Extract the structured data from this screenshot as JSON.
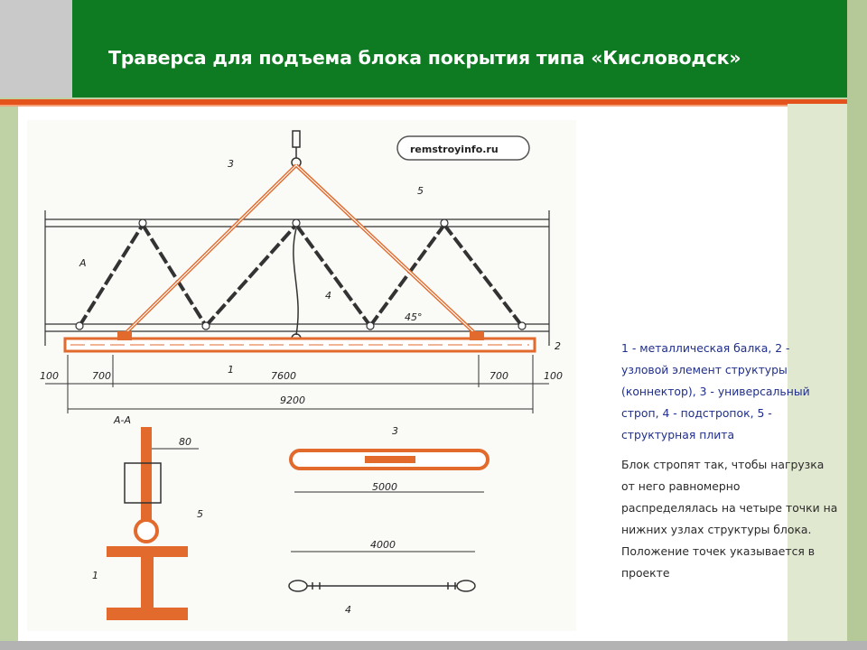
{
  "slide": {
    "title": "Траверса для подъема блока покрытия типа «Кисловодск»"
  },
  "drawing": {
    "watermark": "remstroyinfo.ru",
    "labels": {
      "n1": "1",
      "n2": "2",
      "n3": "3",
      "n4": "4",
      "n5": "5",
      "angle": "45°",
      "section_mark": "А",
      "section_title": "А-А"
    },
    "dimensions": {
      "d100_left": "100",
      "d700_left": "700",
      "d7600": "7600",
      "d700_right": "700",
      "d100_right": "100",
      "d9200": "9200",
      "d80": "80",
      "d5000": "5000",
      "d4000": "4000"
    }
  },
  "caption": {
    "legend": "1 - металлическая балка, 2 - узловой элемент структуры (коннектор), 3 - универсальный строп, 4 - подстропок, 5 - структурная плита",
    "body": "Блок стропят так, чтобы нагрузка от него равномерно распределялась на четыре точки на нижних узлах структуры блока. Положение точек указывается в проекте"
  },
  "colors": {
    "header_green": "#0e7a22",
    "accent_orange": "#e5531c",
    "caption_blue": "#1f2e8c"
  }
}
